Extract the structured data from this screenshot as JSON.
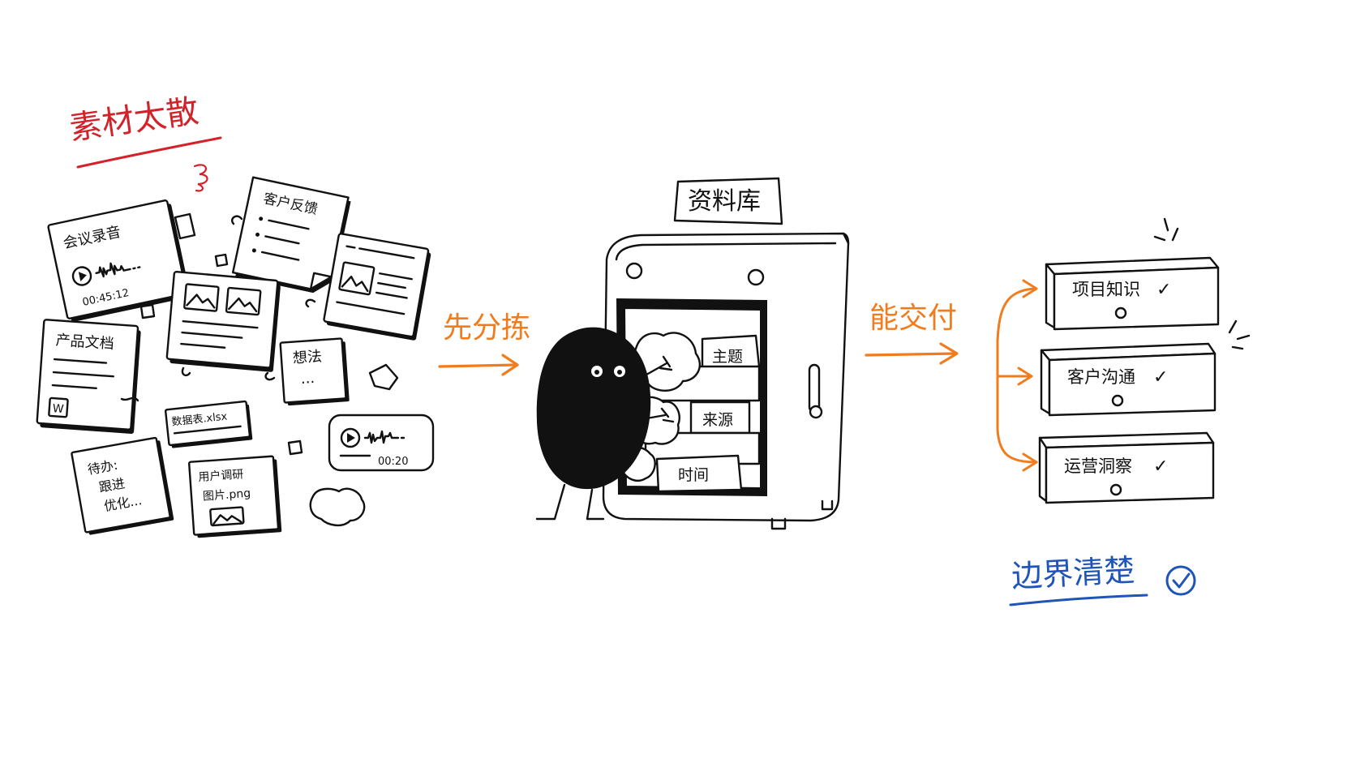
{
  "title_scattered": "素材太散",
  "materials": {
    "meeting_recording": {
      "label": "会议录音",
      "time": "00:45:12"
    },
    "customer_feedback": {
      "label": "客户反馈"
    },
    "product_doc": {
      "label": "产品文档",
      "badge": "W"
    },
    "idea_note": {
      "label": "想法",
      "dots": "..."
    },
    "spreadsheet": {
      "label": "数据表.xlsx"
    },
    "audio_clip": {
      "time": "00:20"
    },
    "todo_note": {
      "line1": "待办:",
      "line2": "跟进",
      "line3": "优化..."
    },
    "research_image": {
      "line1": "用户调研",
      "line2": "图片.png"
    }
  },
  "step_sort": "先分拣",
  "cabinet": {
    "sign": "资料库",
    "drawers": [
      "主题",
      "来源",
      "时间"
    ]
  },
  "step_deliver": "能交付",
  "outputs": [
    {
      "label": "项目知识",
      "check": "✓"
    },
    {
      "label": "客户沟通",
      "check": "✓"
    },
    {
      "label": "运营洞察",
      "check": "✓"
    }
  ],
  "result_label": "边界清楚",
  "colors": {
    "red": "#d2232a",
    "orange": "#f07c1e",
    "blue": "#1f54b8",
    "ink": "#111111"
  },
  "icons": [
    "play-icon",
    "waveform-icon",
    "image-icon",
    "word-icon",
    "check-icon",
    "check-circle-icon",
    "arrow-icon"
  ]
}
